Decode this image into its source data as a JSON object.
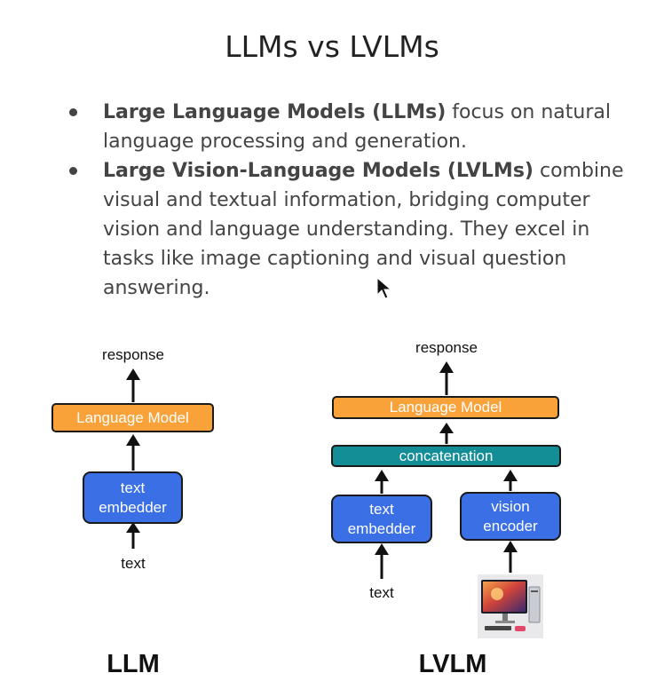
{
  "slide": {
    "title": "LLMs vs LVLMs",
    "bullets": [
      {
        "bold": "Large Language Models (LLMs)",
        "text": " focus on natural language processing and generation."
      },
      {
        "bold": "Large Vision-Language Models (LVLMs)",
        "text": " combine visual and textual information, bridging computer vision and language understanding. They excel in tasks like image captioning and visual question answering."
      }
    ]
  },
  "llm_diagram": {
    "output_label": "response",
    "language_model": "Language Model",
    "embedder_line1": "text",
    "embedder_line2": "embedder",
    "input_label": "text",
    "caption": "LLM"
  },
  "lvlm_diagram": {
    "output_label": "response",
    "language_model": "Language Model",
    "concat": "concatenation",
    "embedder_line1": "text",
    "embedder_line2": "embedder",
    "encoder_line1": "vision",
    "encoder_line2": "encoder",
    "input_label": "text",
    "caption": "LVLM"
  },
  "colors": {
    "language_model": "#f9a23a",
    "embedder": "#3a6fe6",
    "concatenation": "#138d96"
  },
  "icons": [
    "cursor-icon",
    "computer-monitor-image"
  ]
}
